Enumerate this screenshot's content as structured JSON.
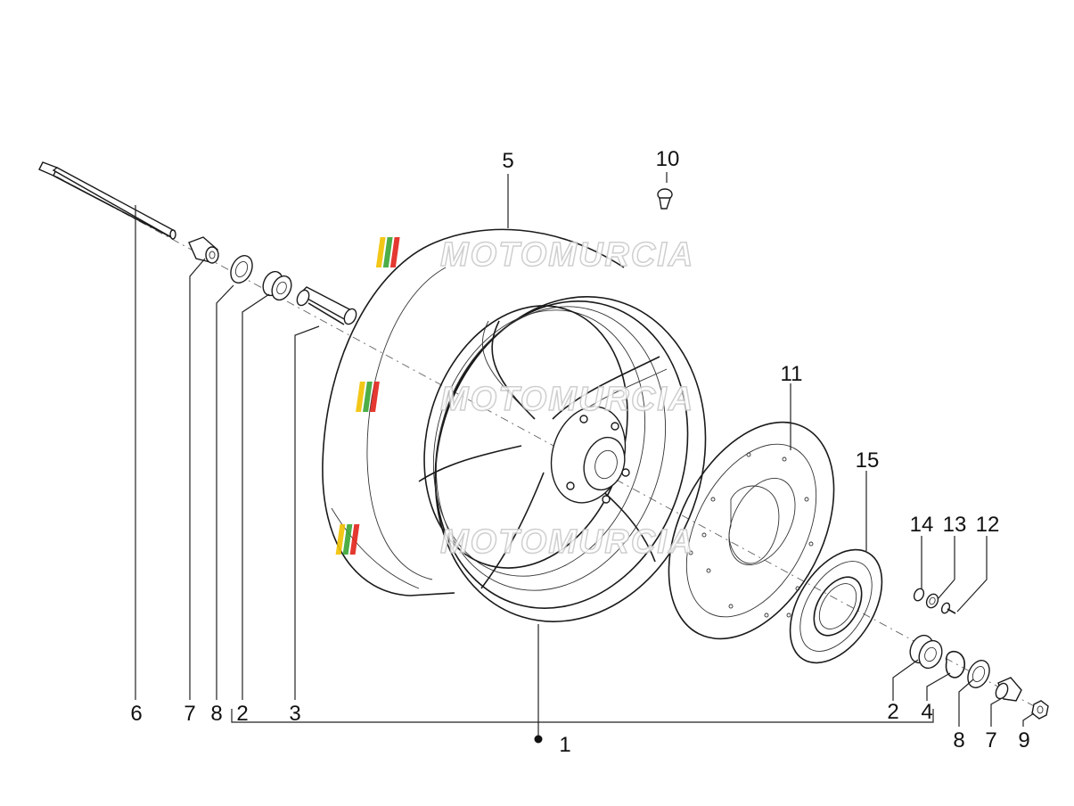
{
  "watermark": "MOTOMURCIA",
  "callouts": {
    "p1": "1",
    "p2_left": "2",
    "p2_right": "2",
    "p3": "3",
    "p4": "4",
    "p5": "5",
    "p6": "6",
    "p7_left": "7",
    "p7_right": "7",
    "p8_left": "8",
    "p8_right": "8",
    "p9": "9",
    "p10": "10",
    "p11": "11",
    "p12": "12",
    "p13": "13",
    "p14": "14",
    "p15": "15"
  },
  "colors": {
    "watermark_red": "#e2231a",
    "watermark_green": "#3aa635",
    "watermark_yellow": "#f2c200",
    "line": "#222222"
  }
}
